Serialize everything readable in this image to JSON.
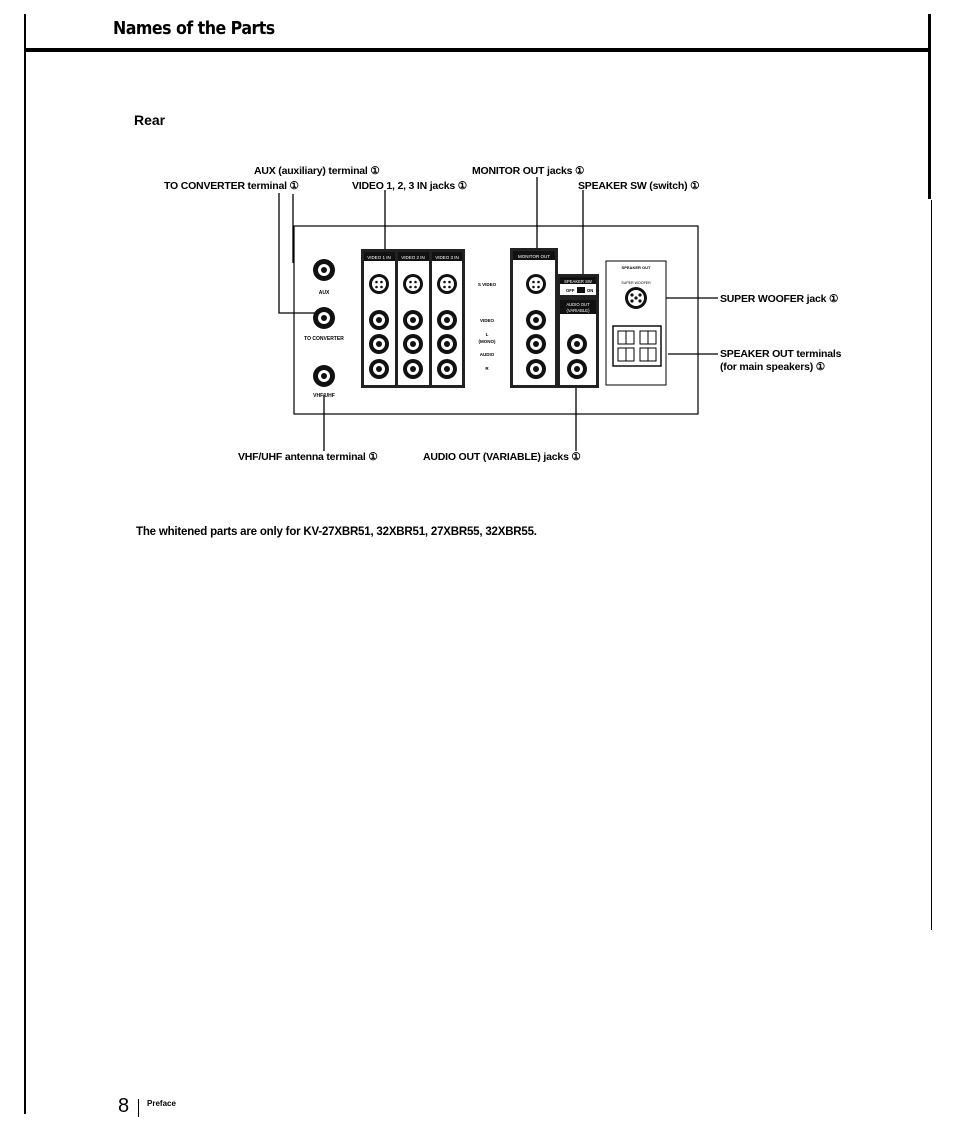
{
  "header": {
    "title": "Names of the Parts"
  },
  "section": {
    "title": "Rear"
  },
  "callouts": {
    "aux": "AUX (auxiliary) terminal ①",
    "to_converter": "TO CONVERTER terminal ①",
    "video_in": "VIDEO 1, 2, 3 IN jacks ①",
    "monitor_out": "MONITOR OUT jacks ①",
    "speaker_sw": "SPEAKER SW (switch) ①",
    "super_woofer": "SUPER WOOFER jack ①",
    "speaker_out_1": "SPEAKER OUT terminals",
    "speaker_out_2": "(for main speakers) ①",
    "vhf_uhf": "VHF/UHF antenna terminal ①",
    "audio_out": "AUDIO OUT (VARIABLE) jacks ①"
  },
  "panel": {
    "aux_label": "AUX",
    "to_converter_label": "TO CONVERTER",
    "vhf_label": "VHF/UHF",
    "video1": "VIDEO 1 IN",
    "video2": "VIDEO 2 IN",
    "video3": "VIDEO 3 IN",
    "svideo": "S VIDEO",
    "video": "VIDEO",
    "l": "L",
    "mono": "(MONO)",
    "audio": "AUDIO",
    "r": "R",
    "monitor_out": "MONITOR OUT",
    "speaker_sw": "SPEAKER SW",
    "off": "OFF",
    "on": "ON",
    "audio_out": "AUDIO OUT",
    "variable": "(VARIABLE)",
    "speaker_out": "SPEAKER OUT",
    "super_woofer": "SUPER WOOFER"
  },
  "note": "The whitened parts are only for KV-27XBR51, 32XBR51, 27XBR55, 32XBR55.",
  "footer": {
    "page_number": "8",
    "section": "Preface"
  }
}
